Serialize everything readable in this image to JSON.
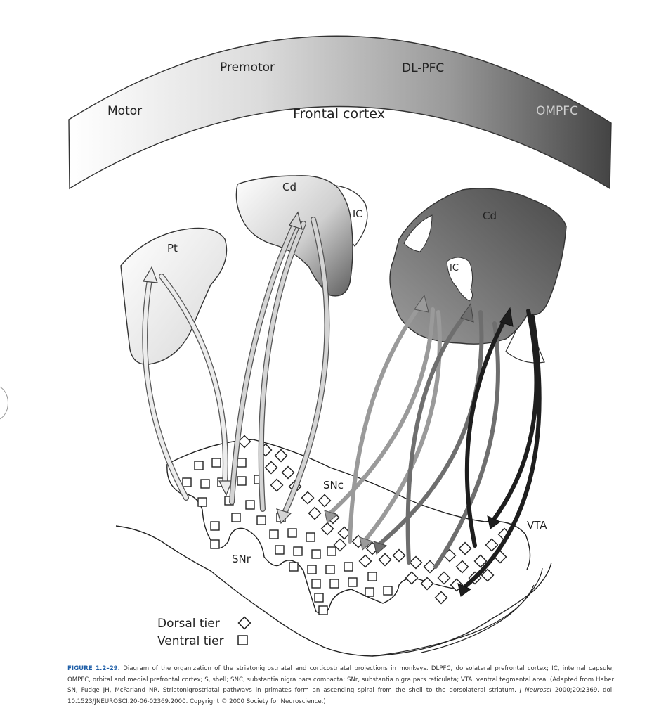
{
  "cortex": {
    "title": "Frontal cortex",
    "regions": [
      "Motor",
      "Premotor",
      "DL-PFC",
      "OMPFC"
    ]
  },
  "structures": {
    "putamen": "Pt",
    "caudate_left": "Cd",
    "caudate_right": "Cd",
    "ic_left": "IC",
    "ic_right": "IC",
    "snc": "SNc",
    "snr": "SNr",
    "vta": "VTA"
  },
  "legend": {
    "dorsal": "Dorsal tier",
    "ventral": "Ventral tier"
  },
  "caption": {
    "label": "FIGURE 1.2–29.",
    "body": " Diagram of the organization of the striatonigrostriatal and corticostriatal projections in monkeys. DLPFC, dorsolateral prefrontal cortex; IC, internal capsule; OMPFC, orbital and medial prefrontal cortex; S, shell; SNC, substantia nigra pars compacta; SNr, substantia nigra pars reticulata; VTA, ventral tegmental area. (Adapted from Haber SN, Fudge JH, McFarland NR. Striatonigrostriatal pathways in primates form an ascending spiral from the shell to the dorsolateral striatum. ",
    "journal": "J Neurosci",
    "tail": " 2000;20:2369. doi: 10.1523/JNEUROSCI.20-06-02369.2000. Copyright © 2000 Society for Neuroscience.)"
  },
  "colors": {
    "pathway_1": "#e2e2e2",
    "pathway_2": "#c6c6c6",
    "pathway_3": "#9a9a9a",
    "pathway_4": "#6e6e6e",
    "pathway_5": "#222222"
  }
}
